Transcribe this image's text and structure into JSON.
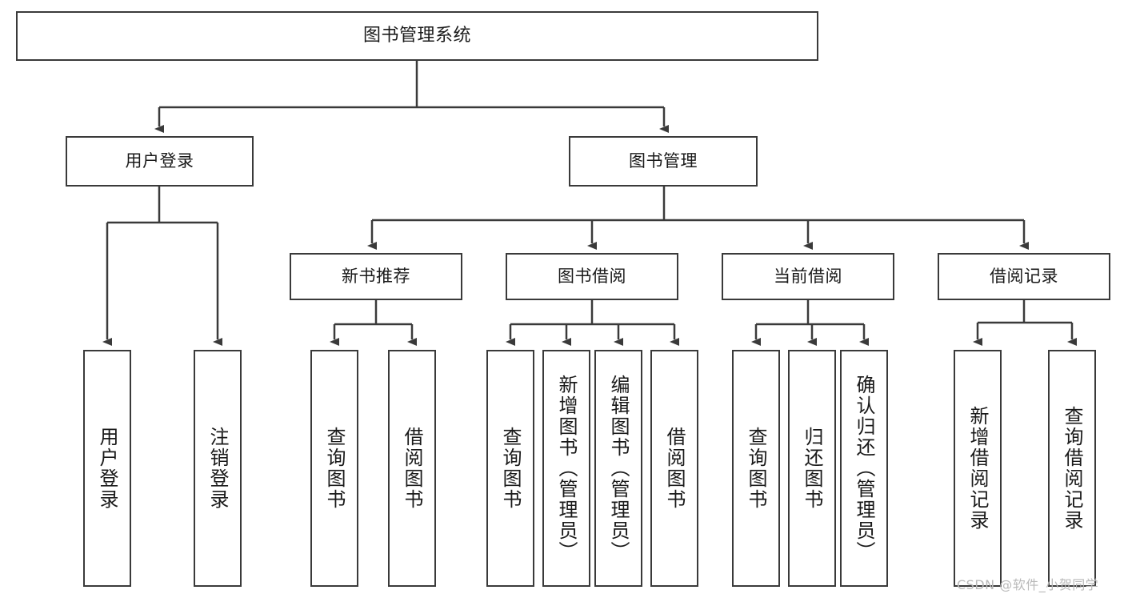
{
  "diagram": {
    "title": "图书管理系统",
    "type": "hierarchy-tree",
    "root": {
      "label": "图书管理系统"
    },
    "level2": [
      {
        "label": "用户登录"
      },
      {
        "label": "图书管理"
      }
    ],
    "level3": [
      {
        "label": "新书推荐"
      },
      {
        "label": "图书借阅"
      },
      {
        "label": "当前借阅"
      },
      {
        "label": "借阅记录"
      }
    ],
    "leaves": {
      "user_login": [
        {
          "label": "用户登录"
        },
        {
          "label": "注销登录"
        }
      ],
      "new_book_recommend": [
        {
          "label": "查询图书"
        },
        {
          "label": "借阅图书"
        }
      ],
      "book_borrow": [
        {
          "label": "查询图书"
        },
        {
          "label": "新增图书（管理员）"
        },
        {
          "label": "编辑图书（管理员）"
        },
        {
          "label": "借阅图书"
        }
      ],
      "current_borrow": [
        {
          "label": "查询图书"
        },
        {
          "label": "归还图书"
        },
        {
          "label": "确认归还（管理员）"
        }
      ],
      "borrow_record": [
        {
          "label": "新增借阅记录"
        },
        {
          "label": "查询借阅记录"
        }
      ]
    }
  },
  "watermark": {
    "text": "CSDN @软件_小贺同学"
  },
  "colors": {
    "border": "#3a3a3a",
    "background": "#ffffff",
    "text": "#1a1a1a",
    "watermark": "#b9b9b9"
  }
}
